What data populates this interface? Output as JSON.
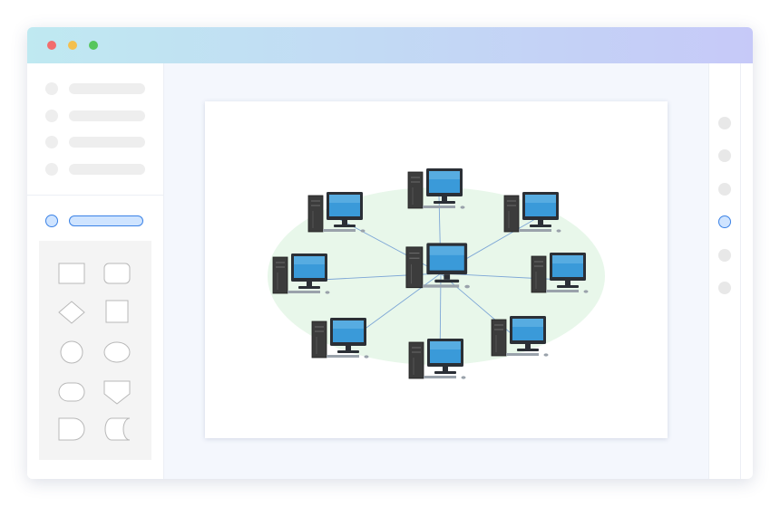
{
  "window": {
    "controls": [
      "close",
      "minimize",
      "maximize"
    ]
  },
  "left_panel": {
    "menu_rows": 4,
    "active_row_selected": true,
    "shape_library": [
      "rectangle-icon",
      "rounded-rectangle-icon",
      "diamond-icon",
      "square-icon",
      "circle-icon",
      "ellipse-icon",
      "terminator-icon",
      "off-page-connector-icon",
      "delay-icon",
      "stored-data-icon"
    ]
  },
  "right_panel": {
    "items": 6,
    "active_index": 3
  },
  "diagram": {
    "type": "star-network-topology",
    "background_shape": "ellipse",
    "hub": "central-computer",
    "nodes": [
      "top",
      "top-right",
      "right",
      "bottom-right",
      "bottom",
      "bottom-left",
      "left",
      "top-left"
    ],
    "node_icon": "desktop-computer-icon",
    "colors": {
      "ellipse_fill": "#e8f7ea",
      "link": "#7da6d6",
      "tower": "#3c3c3c",
      "screen": "#3a9ad9",
      "monitor_frame": "#2b2f36"
    }
  }
}
